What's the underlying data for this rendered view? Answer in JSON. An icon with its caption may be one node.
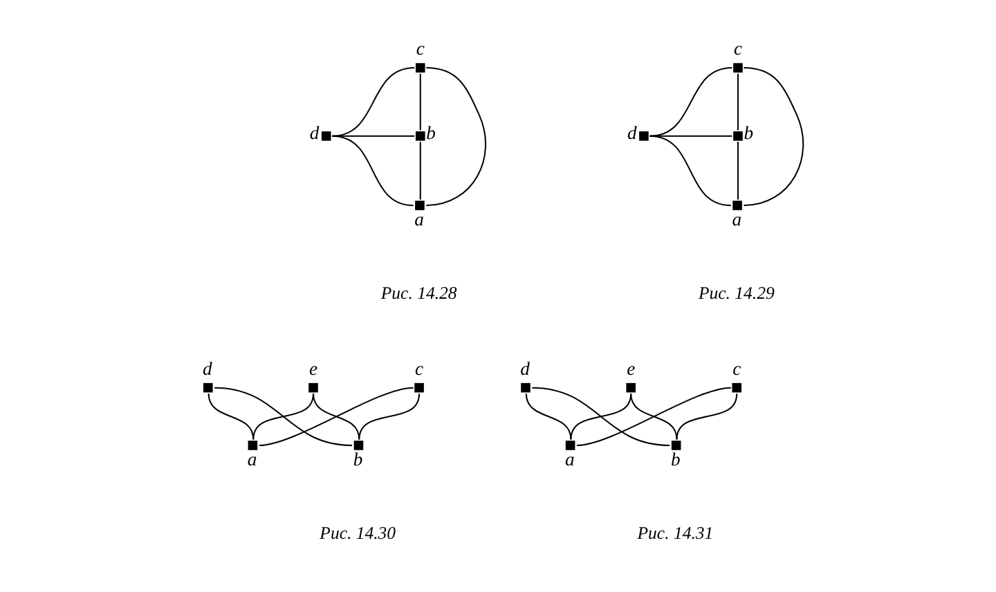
{
  "diagram": {
    "nodes": [
      {
        "text": [
          "c"
        ]
      },
      {
        "text": [
          "d"
        ]
      },
      {
        "text": [
          "b"
        ]
      },
      {
        "text": [
          "a"
        ]
      },
      {
        "text": [
          "c"
        ]
      },
      {
        "text": [
          "d"
        ]
      },
      {
        "text": [
          "b"
        ]
      },
      {
        "text": [
          "a"
        ]
      },
      {
        "text": [
          "c"
        ]
      },
      {
        "text": [
          "d"
        ]
      },
      {
        "text": [
          "e"
        ]
      },
      {
        "text": [
          "a"
        ]
      },
      {
        "text": [
          "b"
        ]
      },
      {
        "text": [
          "c"
        ]
      },
      {
        "text": [
          "d"
        ]
      },
      {
        "text": [
          "e"
        ]
      },
      {
        "text": [
          "a"
        ]
      },
      {
        "text": [
          "b"
        ]
      }
    ],
    "edges": [
      {
        "from": 0,
        "to": 1,
        "arrow": "none"
      },
      {
        "from": 0,
        "to": 2,
        "arrow": "none"
      },
      {
        "from": 0,
        "to": 3,
        "arrow": "none"
      },
      {
        "from": 1,
        "to": 2,
        "arrow": "none"
      },
      {
        "from": 1,
        "to": 3,
        "arrow": "none"
      },
      {
        "from": 2,
        "to": 3,
        "arrow": "none"
      },
      {
        "from": 4,
        "to": 5,
        "arrow": "none"
      },
      {
        "from": 4,
        "to": 6,
        "arrow": "none"
      },
      {
        "from": 4,
        "to": 7,
        "arrow": "none"
      },
      {
        "from": 5,
        "to": 6,
        "arrow": "none"
      },
      {
        "from": 5,
        "to": 7,
        "arrow": "none"
      },
      {
        "from": 6,
        "to": 7,
        "arrow": "none"
      },
      {
        "from": 8,
        "to": 11,
        "arrow": "none"
      },
      {
        "from": 8,
        "to": 12,
        "arrow": "none"
      },
      {
        "from": 9,
        "to": 11,
        "arrow": "none"
      },
      {
        "from": 9,
        "to": 12,
        "arrow": "none"
      },
      {
        "from": 10,
        "to": 11,
        "arrow": "none"
      },
      {
        "from": 10,
        "to": 12,
        "arrow": "none"
      },
      {
        "from": 13,
        "to": 16,
        "arrow": "none"
      },
      {
        "from": 13,
        "to": 17,
        "arrow": "none"
      },
      {
        "from": 14,
        "to": 16,
        "arrow": "none"
      },
      {
        "from": 14,
        "to": 17,
        "arrow": "none"
      },
      {
        "from": 15,
        "to": 16,
        "arrow": "none"
      },
      {
        "from": 15,
        "to": 17,
        "arrow": "none"
      }
    ],
    "labels": [
      "Рис. 14.28",
      "Рис. 14.29",
      "Рис. 14.30",
      "Рис. 14.31"
    ]
  }
}
